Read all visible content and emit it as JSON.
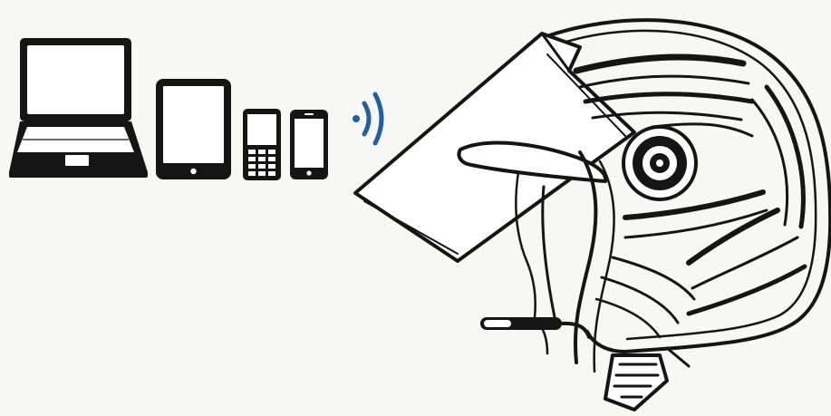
{
  "diagram": {
    "devices": [
      {
        "id": "laptop",
        "icon": "laptop-icon"
      },
      {
        "id": "tablet",
        "icon": "tablet-icon"
      },
      {
        "id": "feature-phone",
        "icon": "feature-phone-icon"
      },
      {
        "id": "smartphone",
        "icon": "smartphone-icon"
      }
    ],
    "signal": {
      "icon": "wireless-signal-icon",
      "color": "#1f5fa8"
    },
    "headset": {
      "icon": "helmet-with-bluetooth-headset-icon"
    },
    "colors": {
      "ink": "#151515",
      "background": "#f7f7f5",
      "screen": "#ffffff"
    }
  }
}
